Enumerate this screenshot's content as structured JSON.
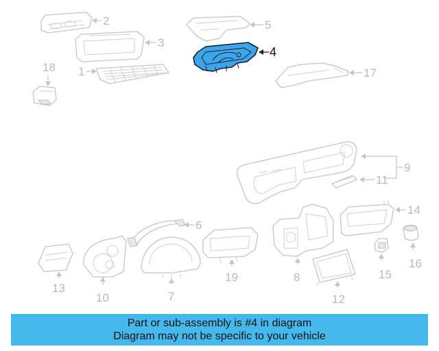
{
  "callouts": {
    "c1": "1",
    "c2": "2",
    "c3": "3",
    "c4": "4",
    "c5": "5",
    "c6": "6",
    "c7": "7",
    "c8": "8",
    "c9": "9",
    "c10": "10",
    "c11": "11",
    "c12": "12",
    "c13": "13",
    "c14": "14",
    "c15": "15",
    "c16": "16",
    "c17": "17",
    "c18": "18",
    "c19": "19"
  },
  "highlighted_part": "4",
  "banner": {
    "line1": "Part or sub-assembly is #4 in diagram",
    "line2": "Diagram may not be specific to your vehicle"
  },
  "colors": {
    "highlight_fill": "#3ea6e8",
    "banner_bg": "#45b8ec",
    "part_outline": "#c4c4c4"
  }
}
